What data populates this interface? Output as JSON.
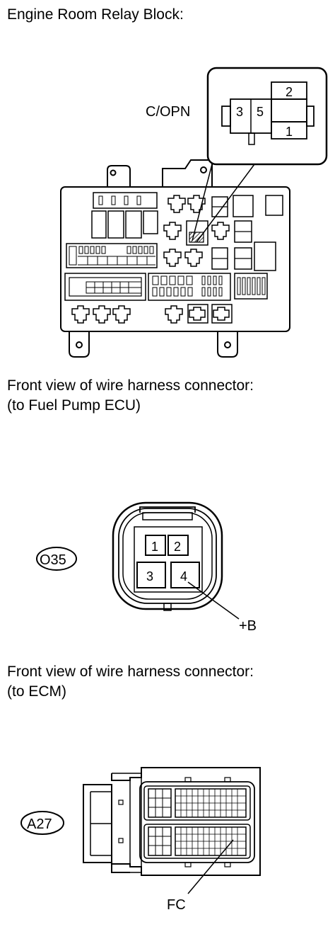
{
  "relay_block": {
    "heading": "Engine Room Relay Block:",
    "connector_label": "C/OPN",
    "pins": [
      "3",
      "5",
      "2",
      "1"
    ]
  },
  "fuel_pump_connector": {
    "heading_line1": "Front view of wire harness connector:",
    "heading_line2": "(to Fuel Pump ECU)",
    "code": "O35",
    "pins": [
      "1",
      "2",
      "3",
      "4"
    ],
    "terminal_label": "+B"
  },
  "ecm_connector": {
    "heading_line1": "Front view of wire harness connector:",
    "heading_line2": "(to ECM)",
    "code": "A27",
    "terminal_label": "FC"
  }
}
